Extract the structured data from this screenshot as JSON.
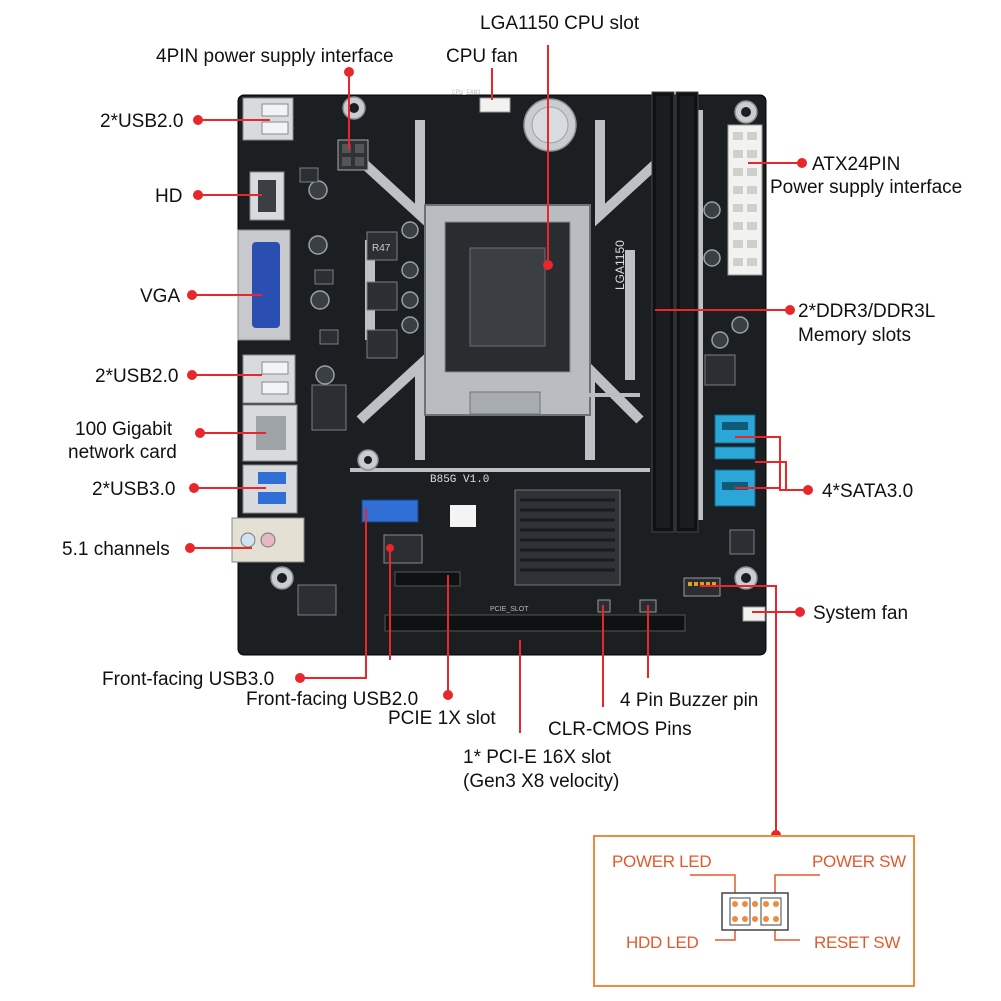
{
  "labels": {
    "cpu_slot": "LGA1150 CPU slot",
    "power_4pin": "4PIN power supply interface",
    "cpu_fan": "CPU fan",
    "usb20_top": "2*USB2.0",
    "hd": "HD",
    "vga": "VGA",
    "usb20_mid": "2*USB2.0",
    "network_line1": "100 Gigabit",
    "network_line2": "network card",
    "usb30": "2*USB3.0",
    "channels": "5.1 channels",
    "atx_line1": "ATX24PIN",
    "atx_line2": "Power supply interface",
    "ddr_line1": "2*DDR3/DDR3L",
    "ddr_line2": "Memory slots",
    "sata": "4*SATA3.0",
    "system_fan": "System fan",
    "front_usb30": "Front-facing USB3.0",
    "front_usb20": "Front-facing USB2.0",
    "pcie1x": "PCIE 1X slot",
    "pcie16x_line1": "1* PCI-E 16X slot",
    "pcie16x_line2": "(Gen3 X8 velocity)",
    "buzzer": "4 Pin Buzzer pin",
    "clr_cmos": "CLR-CMOS Pins"
  },
  "front_panel": {
    "power_led": "POWER LED",
    "power_sw": "POWER SW",
    "hdd_led": "HDD  LED",
    "reset_sw": "RESET SW"
  },
  "board_marks": {
    "model": "B85G  V1.0",
    "socket_text": "LGA1150",
    "cpu_fan_header": "CPU_FAN1",
    "pcie_slot": "PCIE_SLOT",
    "choke": "R47"
  },
  "colors": {
    "leader": "#e8262b",
    "board": "#1c1f22",
    "silkscreen": "#cfd2d6",
    "sata": "#2aa7d8",
    "usb30_port": "#2f6fd6",
    "vga_port": "#2b4fb0",
    "frame": "#f08a3c",
    "front_panel_text": "#e25a2c"
  }
}
